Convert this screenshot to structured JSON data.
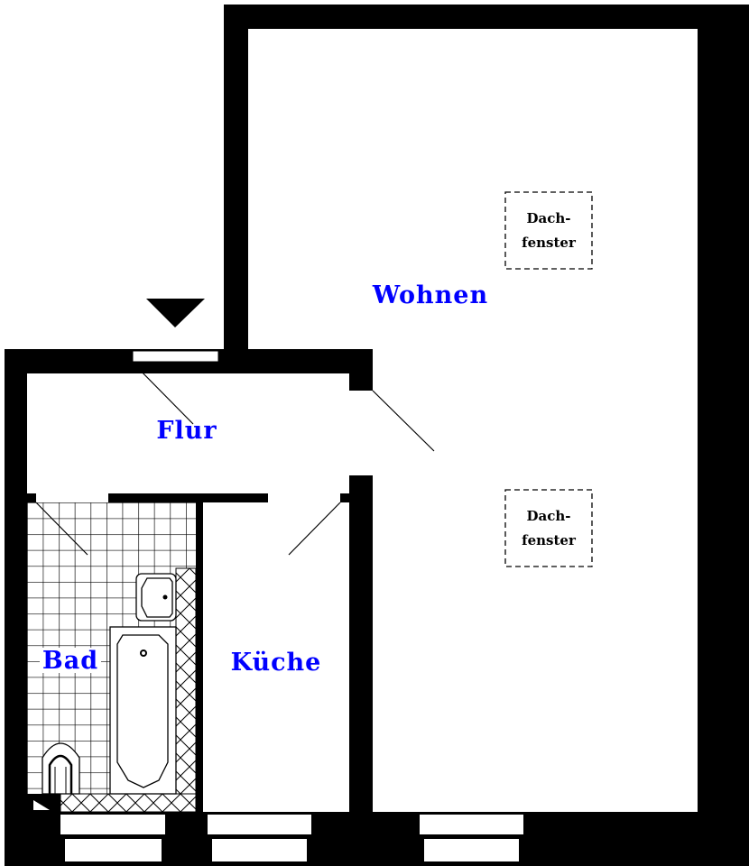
{
  "rooms": {
    "wohnen": "Wohnen",
    "flur": "Flur",
    "bad": "Bad",
    "kueche": "Küche"
  },
  "skylights": [
    {
      "line1": "Dach-",
      "line2": "fenster"
    },
    {
      "line1": "Dach-",
      "line2": "fenster"
    }
  ],
  "colors": {
    "wall": "#000000",
    "label": "#0000ff"
  }
}
